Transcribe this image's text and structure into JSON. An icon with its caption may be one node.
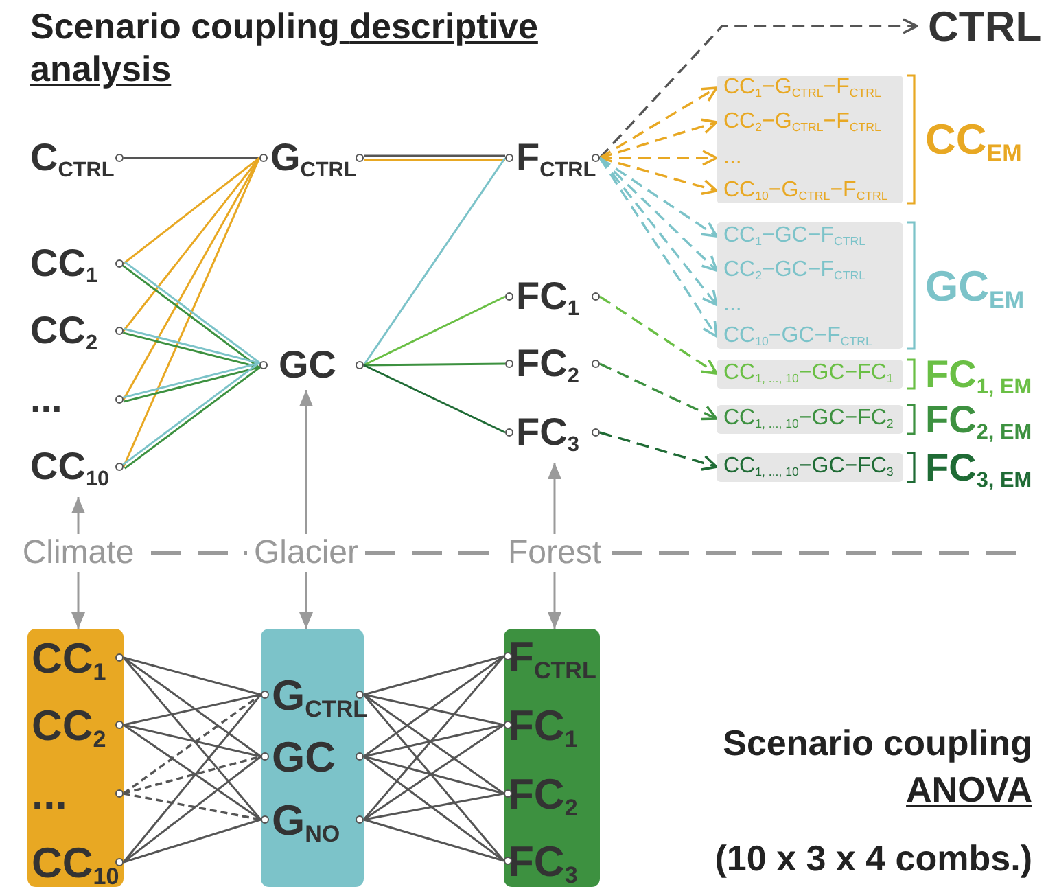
{
  "diagram": {
    "title": "Scenario coupling descriptive analysis",
    "nodes": [
      {
        "text": [
          "C$_{CTRL}$"
        ]
      },
      {
        "text": [
          "G$_{CTRL}$"
        ]
      },
      {
        "text": [
          "F$_{CTRL}$"
        ]
      },
      {
        "text": [
          "CTRL"
        ]
      },
      {
        "text": [],
        "shape": "box",
        "beside": [
          "CC$_{EM}$"
        ]
      },
      {
        "text": [
          "CC$_{1}$−G$_{CTRL}$−F$_{CTRL}$"
        ],
        "in": 4
      },
      {
        "text": [
          "CC$_{2}$−G$_{CTRL}$−F$_{CTRL}$"
        ],
        "in": 4
      },
      {
        "text": [
          "..."
        ],
        "in": 4
      },
      {
        "text": [
          "CC$_{10}$−G$_{CTRL}$−F$_{CTRL}$"
        ],
        "in": 4
      },
      {
        "text": [
          "CC$_{1}$"
        ]
      },
      {
        "text": [
          "CC$_{2}$"
        ]
      },
      {
        "text": [
          "..."
        ]
      },
      {
        "text": [
          "CC$_{10}$"
        ]
      },
      {
        "text": [
          "GC"
        ]
      },
      {
        "text": [],
        "shape": "box",
        "beside": [
          "GC$_{EM}$"
        ]
      },
      {
        "text": [
          "CC$_{1}$−GC−F$_{CTRL}$"
        ],
        "in": 14
      },
      {
        "text": [
          "CC$_{2}$−GC−F$_{CTRL}$"
        ],
        "in": 14
      },
      {
        "text": [
          "..."
        ],
        "in": 14
      },
      {
        "text": [
          "CC$_{10}$−GC−F$_{CTRL}$"
        ],
        "in": 14
      },
      {
        "text": [
          "FC$_{1}$"
        ]
      },
      {
        "text": [
          "CC$_{1, ..., 10}$−GC−FC$_{1}$"
        ],
        "beside": [
          "FC$_{1, EM}$"
        ]
      },
      {
        "text": [
          "FC$_{2}$"
        ]
      },
      {
        "text": [
          "CC$_{1, ..., 10}$−GC−FC$_{2}$"
        ],
        "beside": [
          "FC$_{2, EM}$"
        ]
      },
      {
        "text": [
          "FC$_{3}$"
        ]
      },
      {
        "text": [
          "CC$_{1, ..., 10}$−GC−FC$_{3}$"
        ],
        "beside": [
          "FC$_{3, EM}$"
        ]
      },
      {
        "text": [
          "Climate"
        ]
      },
      {
        "text": [
          "Glacier"
        ]
      },
      {
        "text": [
          "Forest"
        ]
      },
      {
        "text": [],
        "shape": "box"
      },
      {
        "text": [
          "CC$_{1}$"
        ],
        "in": 28
      },
      {
        "text": [
          "CC$_{2}$"
        ],
        "in": 28
      },
      {
        "text": [
          "..."
        ],
        "in": 28
      },
      {
        "text": [
          "CC$_{10}$"
        ],
        "in": 28
      },
      {
        "text": [],
        "shape": "box"
      },
      {
        "text": [
          "G$_{CTRL}$"
        ],
        "in": 33
      },
      {
        "text": [
          "GC"
        ],
        "in": 33
      },
      {
        "text": [
          "G$_{NO}$"
        ],
        "in": 33
      },
      {
        "text": [],
        "shape": "box"
      },
      {
        "text": [
          "F$_{CTRL}$"
        ],
        "in": 37
      },
      {
        "text": [
          "FC$_{1}$"
        ],
        "in": 37
      },
      {
        "text": [
          "FC$_{2}$"
        ],
        "in": 37
      },
      {
        "text": [
          "FC$_{3}$"
        ],
        "in": 37
      }
    ],
    "edges": [
      {
        "from": 0,
        "to": 1,
        "arrow": "none"
      },
      {
        "from": 1,
        "to": 2,
        "arrow": "none"
      },
      {
        "from": 1,
        "to": 2,
        "arrow": "none",
        "color": "#e8a823"
      },
      {
        "from": 9,
        "to": 1,
        "arrow": "none",
        "color": "#e8a823"
      },
      {
        "from": 10,
        "to": 1,
        "arrow": "none",
        "color": "#e8a823"
      },
      {
        "from": 11,
        "to": 1,
        "arrow": "none",
        "color": "#e8a823"
      },
      {
        "from": 12,
        "to": 1,
        "arrow": "none",
        "color": "#e8a823"
      },
      {
        "from": 9,
        "to": 13,
        "arrow": "none",
        "color": "#7cc3c9"
      },
      {
        "from": 9,
        "to": 13,
        "arrow": "none",
        "color": "#3d9140"
      },
      {
        "from": 10,
        "to": 13,
        "arrow": "none",
        "color": "#7cc3c9"
      },
      {
        "from": 10,
        "to": 13,
        "arrow": "none",
        "color": "#3d9140"
      },
      {
        "from": 11,
        "to": 13,
        "arrow": "none",
        "color": "#7cc3c9"
      },
      {
        "from": 11,
        "to": 13,
        "arrow": "none",
        "color": "#3d9140"
      },
      {
        "from": 12,
        "to": 13,
        "arrow": "none",
        "color": "#7cc3c9"
      },
      {
        "from": 12,
        "to": 13,
        "arrow": "none",
        "color": "#3d9140"
      },
      {
        "from": 13,
        "to": 2,
        "arrow": "none",
        "color": "#7cc3c9"
      },
      {
        "from": 13,
        "to": 19,
        "arrow": "none",
        "color": "#6abf45"
      },
      {
        "from": 13,
        "to": 21,
        "arrow": "none",
        "color": "#3d9140"
      },
      {
        "from": 13,
        "to": 23,
        "arrow": "none",
        "color": "#1f6b35"
      },
      {
        "from": 2,
        "to": 3,
        "arrow": "to",
        "style": "dashed"
      },
      {
        "from": 2,
        "to": 5,
        "arrow": "to",
        "style": "dashed",
        "color": "#e8a823"
      },
      {
        "from": 2,
        "to": 6,
        "arrow": "to",
        "style": "dashed",
        "color": "#e8a823"
      },
      {
        "from": 2,
        "to": 7,
        "arrow": "to",
        "style": "dashed",
        "color": "#e8a823"
      },
      {
        "from": 2,
        "to": 8,
        "arrow": "to",
        "style": "dashed",
        "color": "#e8a823"
      },
      {
        "from": 2,
        "to": 15,
        "arrow": "to",
        "style": "dashed",
        "color": "#7cc3c9"
      },
      {
        "from": 2,
        "to": 16,
        "arrow": "to",
        "style": "dashed",
        "color": "#7cc3c9"
      },
      {
        "from": 2,
        "to": 17,
        "arrow": "to",
        "style": "dashed",
        "color": "#7cc3c9"
      },
      {
        "from": 2,
        "to": 18,
        "arrow": "to",
        "style": "dashed",
        "color": "#7cc3c9"
      },
      {
        "from": 19,
        "to": 20,
        "arrow": "to",
        "style": "dashed",
        "color": "#6abf45"
      },
      {
        "from": 21,
        "to": 22,
        "arrow": "to",
        "style": "dashed",
        "color": "#3d9140"
      },
      {
        "from": 23,
        "to": 24,
        "arrow": "to",
        "style": "dashed",
        "color": "#1f6b35"
      },
      {
        "from": 25,
        "to": 12,
        "arrow": "to",
        "color": "#9a9a9a"
      },
      {
        "from": 25,
        "to": 28,
        "arrow": "to",
        "color": "#9a9a9a"
      },
      {
        "from": 26,
        "to": 13,
        "arrow": "to",
        "color": "#9a9a9a"
      },
      {
        "from": 26,
        "to": 33,
        "arrow": "to",
        "color": "#9a9a9a"
      },
      {
        "from": 27,
        "to": 23,
        "arrow": "to",
        "color": "#9a9a9a"
      },
      {
        "from": 27,
        "to": 37,
        "arrow": "to",
        "color": "#9a9a9a"
      },
      {
        "from": 29,
        "to": 34,
        "arrow": "none"
      },
      {
        "from": 29,
        "to": 35,
        "arrow": "none"
      },
      {
        "from": 29,
        "to": 36,
        "arrow": "none"
      },
      {
        "from": 30,
        "to": 34,
        "arrow": "none"
      },
      {
        "from": 30,
        "to": 35,
        "arrow": "none"
      },
      {
        "from": 30,
        "to": 36,
        "arrow": "none"
      },
      {
        "from": 31,
        "to": 34,
        "arrow": "none",
        "style": "dashed"
      },
      {
        "from": 31,
        "to": 35,
        "arrow": "none",
        "style": "dashed"
      },
      {
        "from": 31,
        "to": 36,
        "arrow": "none",
        "style": "dashed"
      },
      {
        "from": 32,
        "to": 34,
        "arrow": "none"
      },
      {
        "from": 32,
        "to": 35,
        "arrow": "none"
      },
      {
        "from": 32,
        "to": 36,
        "arrow": "none"
      },
      {
        "from": 34,
        "to": 38,
        "arrow": "none"
      },
      {
        "from": 34,
        "to": 39,
        "arrow": "none"
      },
      {
        "from": 34,
        "to": 40,
        "arrow": "none"
      },
      {
        "from": 34,
        "to": 41,
        "arrow": "none"
      },
      {
        "from": 35,
        "to": 38,
        "arrow": "none"
      },
      {
        "from": 35,
        "to": 39,
        "arrow": "none"
      },
      {
        "from": 35,
        "to": 40,
        "arrow": "none"
      },
      {
        "from": 35,
        "to": 41,
        "arrow": "none"
      },
      {
        "from": 36,
        "to": 38,
        "arrow": "none"
      },
      {
        "from": 36,
        "to": 39,
        "arrow": "none"
      },
      {
        "from": 36,
        "to": 40,
        "arrow": "none"
      },
      {
        "from": 36,
        "to": 41,
        "arrow": "none"
      }
    ],
    "labels": [
      "Scenario coupling ANOVA",
      "(10 x 3 x 4 combs.)"
    ]
  }
}
